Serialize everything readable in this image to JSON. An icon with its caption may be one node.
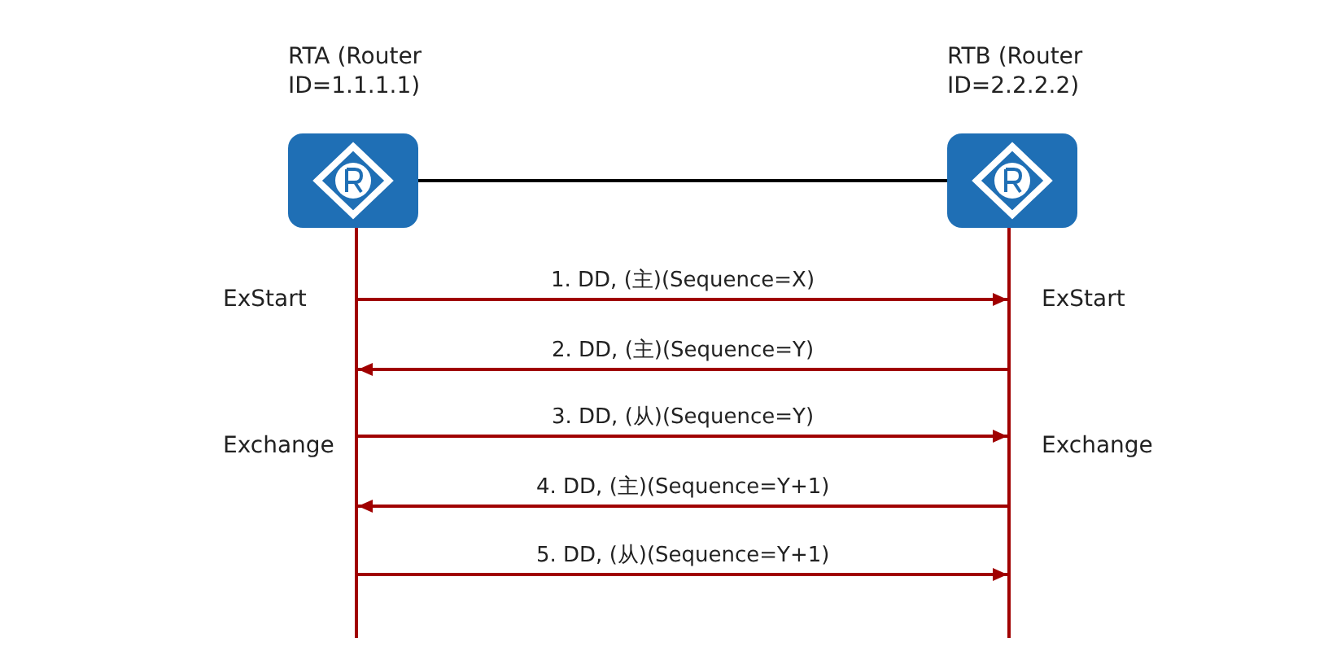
{
  "diagram": {
    "nodes": [
      {
        "text": [
          "RTA (Router ID=1.1.1.1)"
        ]
      },
      {
        "text": [
          "RTB (Router ID=2.2.2.2)"
        ]
      }
    ],
    "edges": [
      {
        "from": 0,
        "to": 1,
        "arrow": "none",
        "color": "#000000"
      },
      {
        "from": 0,
        "to": 1,
        "arrow": "to",
        "label": "1. DD, (主)(Sequence=X)"
      },
      {
        "from": 1,
        "to": 0,
        "arrow": "to",
        "label": "2. DD, (主)(Sequence=Y)"
      },
      {
        "from": 0,
        "to": 1,
        "arrow": "to",
        "label": "3. DD, (从)(Sequence=Y)"
      },
      {
        "from": 1,
        "to": 0,
        "arrow": "to",
        "label": "4. DD, (主)(Sequence=Y+1)"
      },
      {
        "from": 0,
        "to": 1,
        "arrow": "to",
        "label": "5. DD, (从)(Sequence=Y+1)"
      }
    ],
    "labels": [
      "ExStart",
      "ExStart",
      "Exchange",
      "Exchange"
    ]
  }
}
